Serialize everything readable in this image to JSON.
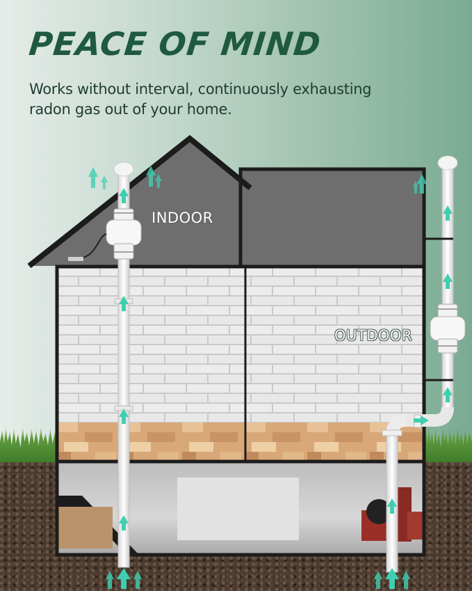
{
  "header": {
    "title": "PEACE OF MIND",
    "subtitle": "Works without interval, continuously exhausting radon gas out of your home."
  },
  "illustration": {
    "labels": {
      "indoor": "INDOOR",
      "outdoor": "OUTDOOR"
    },
    "icons": [
      "airflow-arrow-icon",
      "radon-fan-icon",
      "pipe-cap-icon"
    ],
    "colors": {
      "title": "#1f5a40",
      "airflow": "#3fcfb0",
      "roof": "#6e6e6e",
      "outline": "#1c1c1c",
      "soil": "#4a3a2e",
      "grass": "#4f8c34"
    }
  }
}
